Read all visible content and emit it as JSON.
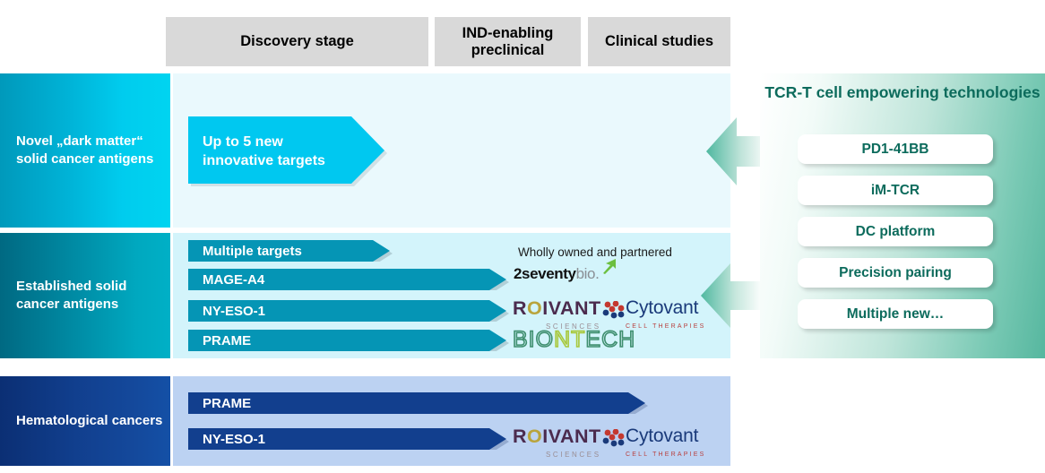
{
  "header": {
    "phases": [
      {
        "label": "Discovery stage"
      },
      {
        "label": "IND-enabling preclinical"
      },
      {
        "label": "Clinical studies"
      }
    ]
  },
  "rows": [
    {
      "id": "novel-dark-matter",
      "label": "Novel „dark matter“ solid cancer antigens",
      "label_color": "#00ccee",
      "programs": [
        {
          "name": "Up to 5 new innovative targets",
          "color": "#00c8f0"
        }
      ]
    },
    {
      "id": "established-solid",
      "label": "Established solid cancer antigens",
      "label_color": "#00a8bf",
      "caption": "Wholly owned and partnered",
      "programs": [
        {
          "name": "Multiple targets",
          "color": "#0595b5"
        },
        {
          "name": "MAGE-A4",
          "color": "#0595b5",
          "partner": "2seventybio"
        },
        {
          "name": "NY-ESO-1",
          "color": "#0595b5",
          "partner": "Roivant Sciences / Cytovant Cell Therapies"
        },
        {
          "name": "PRAME",
          "color": "#0595b5",
          "partner": "BIONTECH"
        }
      ]
    },
    {
      "id": "hematological",
      "label": "Hematological cancers",
      "label_color": "#14499c",
      "programs": [
        {
          "name": "PRAME",
          "color": "#123f8e"
        },
        {
          "name": "NY-ESO-1",
          "color": "#123f8e",
          "partner": "Roivant Sciences / Cytovant Cell Therapies"
        }
      ]
    }
  ],
  "tech_panel": {
    "title": "TCR-T cell empowering technologies",
    "accent": "#0c6b5c",
    "items": [
      {
        "label": "PD1-41BB"
      },
      {
        "label": "iM-TCR"
      },
      {
        "label": "DC platform"
      },
      {
        "label": "Precision pairing"
      },
      {
        "label": "Multiple new…"
      }
    ]
  },
  "logos": {
    "seventybio": {
      "part1": "2seventy",
      "part2": "bio."
    },
    "roivant": {
      "name_pre": "R",
      "name_o": "O",
      "name_post": "IVANT",
      "sub": "SCIENCES"
    },
    "cytovant": {
      "name": "Cytovant",
      "sub": "CELL THERAPIES"
    },
    "biontech": {
      "pre": "BIO",
      "mid": "NT",
      "post": "ECH"
    }
  }
}
